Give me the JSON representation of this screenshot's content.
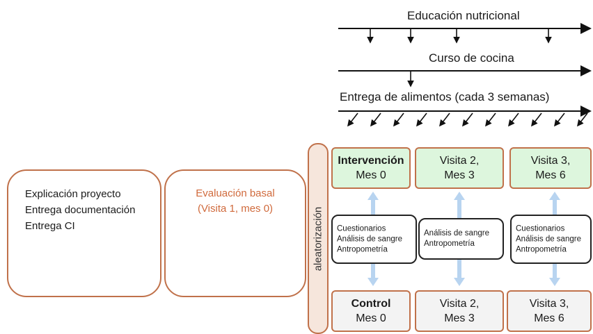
{
  "timeline": {
    "nutrition_education": "Educación nutricional",
    "cooking_course": "Curso de cocina",
    "food_delivery": "Entrega de alimentos (cada 3 semanas)"
  },
  "intro_box": {
    "lines": [
      "Explicación proyecto",
      "Entrega  documentación",
      "Entrega CI"
    ]
  },
  "baseline_box": {
    "title_line1": "Evaluación basal",
    "title_line2": "(Visita 1, mes 0)"
  },
  "randomization": {
    "label": "aleatorización"
  },
  "intervention": {
    "label": "Intervención",
    "month": "Mes 0",
    "visit2": [
      "Visita 2,",
      "Mes 3"
    ],
    "visit3": [
      "Visita 3,",
      "Mes 6"
    ]
  },
  "control": {
    "label": "Control",
    "month": "Mes 0",
    "visit2": [
      "Visita 2,",
      "Mes 3"
    ],
    "visit3": [
      "Visita 3,",
      "Mes 6"
    ]
  },
  "measures": {
    "visit1": [
      "Cuestionarios",
      "Análisis de sangre",
      "Antropometría"
    ],
    "visit2": [
      "Análisis de sangre",
      "Antropometría"
    ],
    "visit3": [
      "Cuestionarios",
      "Análisis de sangre",
      "Antropometría"
    ]
  },
  "colors": {
    "border": "#c0714a",
    "green_fill": "#ddf6dd",
    "gray_fill": "#f3f3f3",
    "orange_text": "#d06a3c",
    "arrow_blue": "#b8d4f0"
  },
  "icons": [
    "man-arms-raised-photo",
    "family-photo"
  ]
}
